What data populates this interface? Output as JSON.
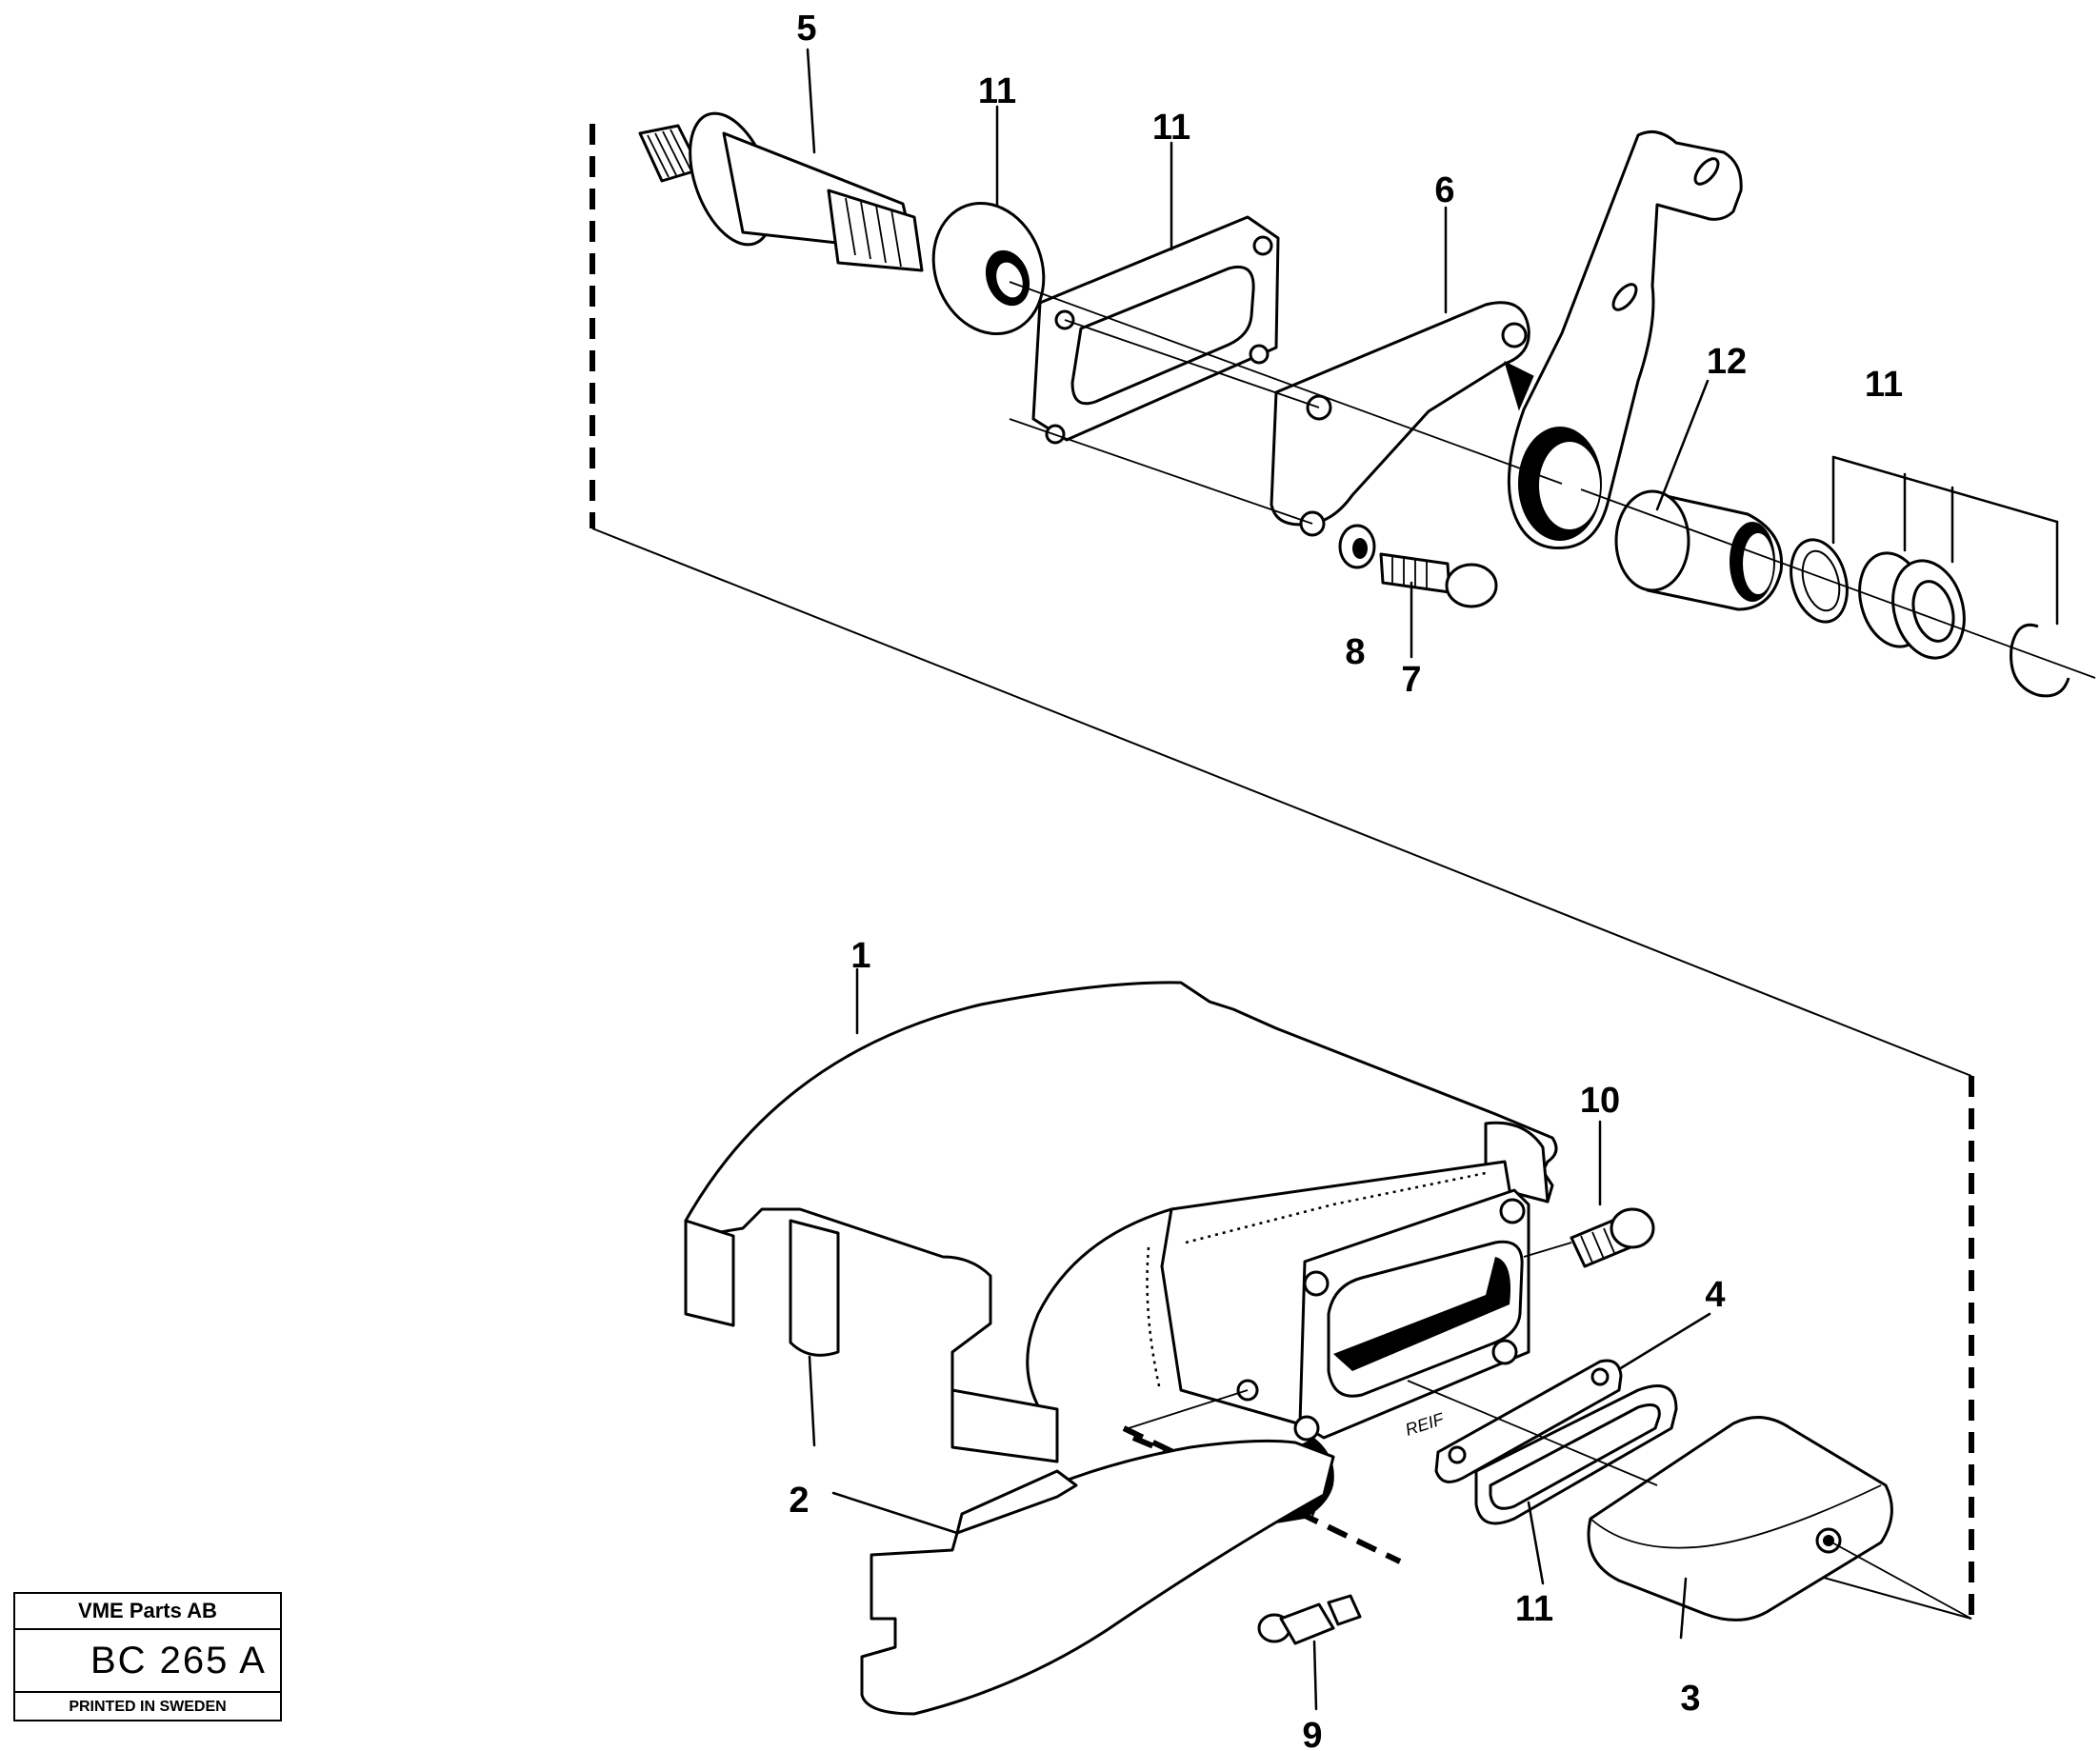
{
  "callouts": {
    "c5": "5",
    "c11a": "11",
    "c11b": "11",
    "c6": "6",
    "c12": "12",
    "c11c": "11",
    "c8": "8",
    "c7": "7",
    "c1": "1",
    "c10": "10",
    "c4": "4",
    "c2": "2",
    "c11d": "11",
    "c3": "3",
    "c9": "9"
  },
  "part_marking": "REIF",
  "title_block": {
    "company": "VME Parts AB",
    "code": "BC 265 A",
    "printed": "PRINTED IN SWEDEN"
  }
}
